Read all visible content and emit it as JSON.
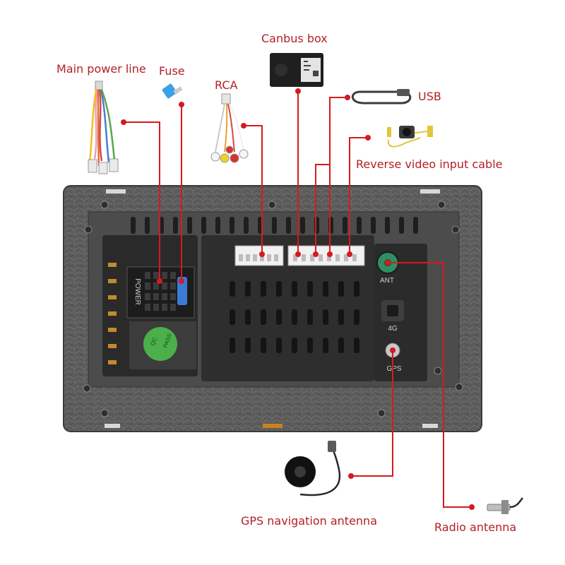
{
  "labels": {
    "main_power_line": "Main power line",
    "fuse": "Fuse",
    "rca": "RCA",
    "canbus_box": "Canbus box",
    "usb": "USB",
    "reverse_video": "Reverse video input cable",
    "gps_antenna": "GPS navigation antenna",
    "radio_antenna": "Radio antenna"
  },
  "unit_markings": {
    "power": "POWER",
    "ant": "ANT",
    "four_g": "4G",
    "gps": "GPS",
    "qc": "QC",
    "pass": "PASS"
  },
  "colors": {
    "line": "#d71920",
    "label": "#b32024",
    "chassis": "#5a5a5a",
    "module": "#2b2b2b",
    "antenna_port": "#2f8f62",
    "qc_sticker": "#4bb04a"
  }
}
